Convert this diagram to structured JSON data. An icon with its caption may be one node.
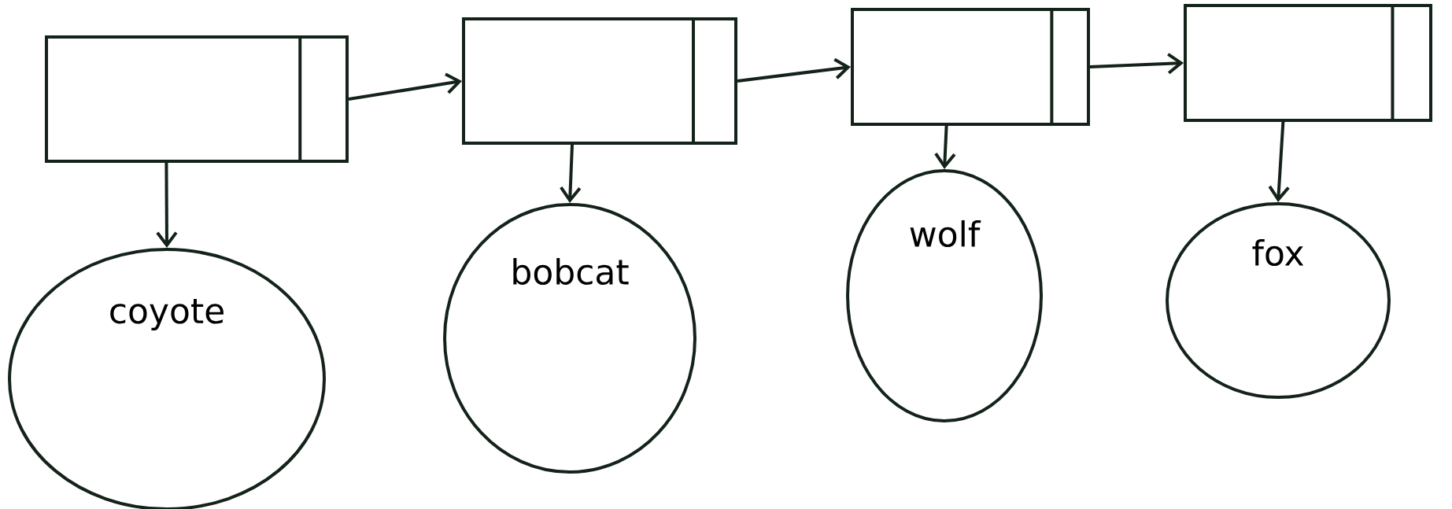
{
  "diagram": {
    "nodes": [
      {
        "text": [],
        "shape": "box"
      },
      {
        "text": [],
        "shape": "box"
      },
      {
        "text": [],
        "shape": "box"
      },
      {
        "text": [],
        "shape": "box"
      },
      {
        "text": [
          "coyote"
        ]
      },
      {
        "text": [
          "bobcat"
        ]
      },
      {
        "text": [
          "wolf"
        ]
      },
      {
        "text": [
          "fox"
        ]
      }
    ],
    "edges": [
      {
        "from": 0,
        "to": 1,
        "arrow": "to"
      },
      {
        "from": 1,
        "to": 2,
        "arrow": "to"
      },
      {
        "from": 2,
        "to": 3,
        "arrow": "to"
      },
      {
        "from": 0,
        "to": 4,
        "arrow": "to"
      },
      {
        "from": 1,
        "to": 5,
        "arrow": "to"
      },
      {
        "from": 2,
        "to": 6,
        "arrow": "to"
      },
      {
        "from": 3,
        "to": 7,
        "arrow": "to"
      }
    ]
  }
}
